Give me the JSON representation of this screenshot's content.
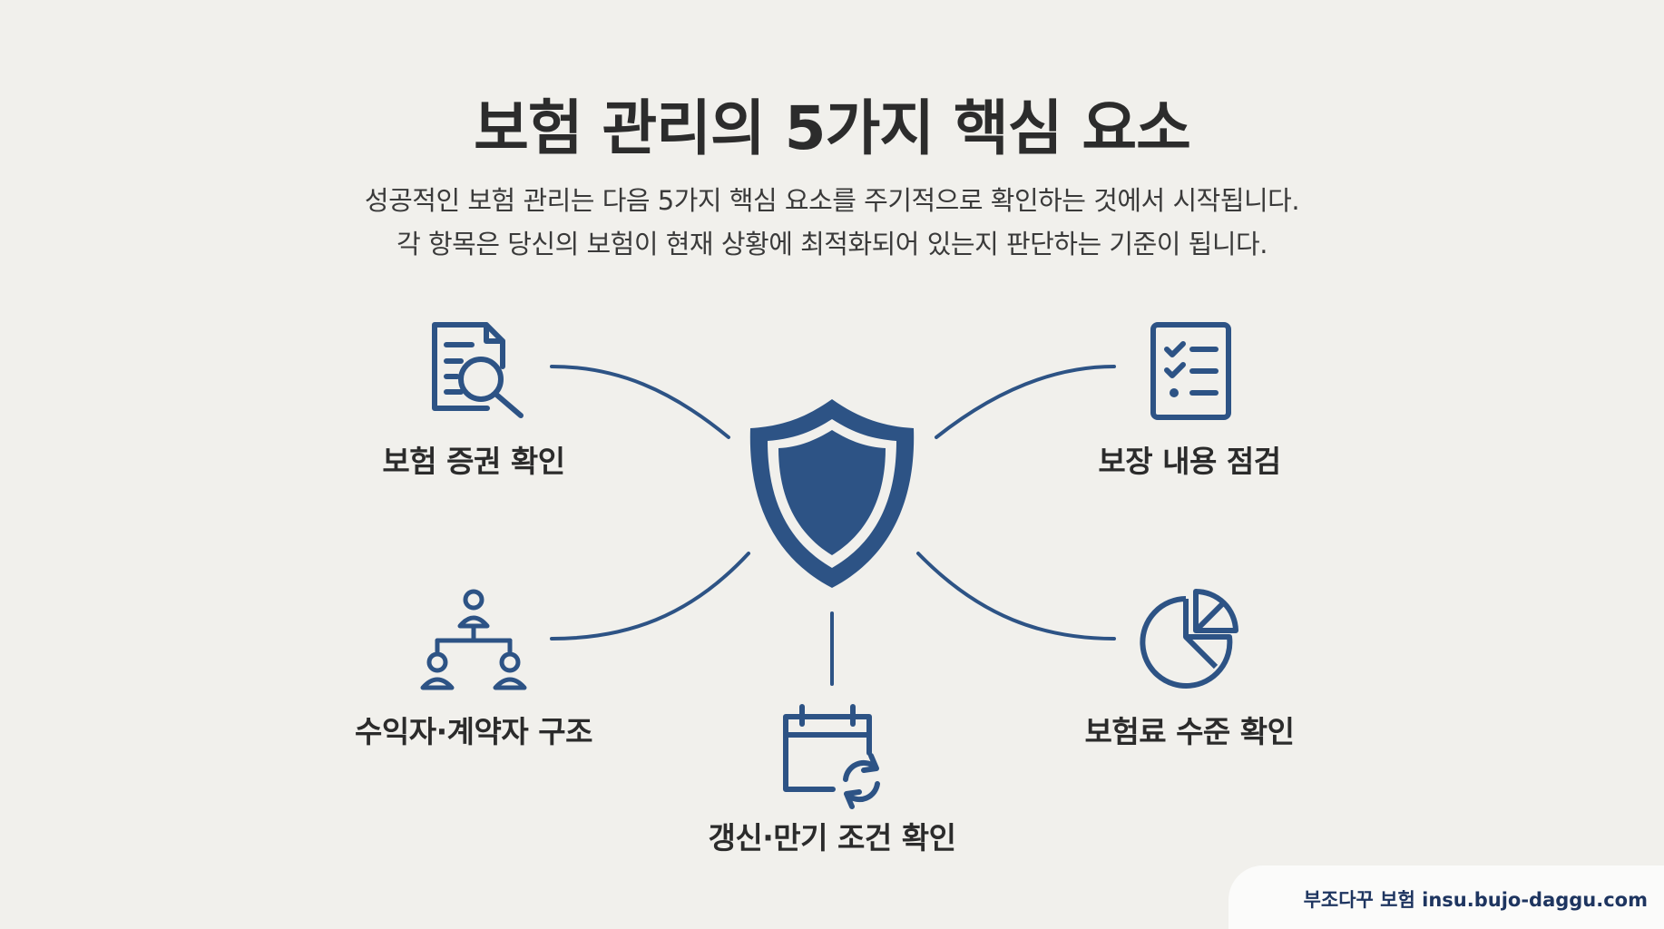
{
  "title": "보험 관리의 5가지 핵심 요소",
  "subtitle_line1": "성공적인 보험 관리는 다음 5가지 핵심 요소를 주기적으로 확인하는 것에서 시작됩니다.",
  "subtitle_line2": "각 항목은 당신의 보험이 현재 상황에 최적화되어 있는지 판단하는 기준이 됩니다.",
  "center": {
    "icon": "shield-icon"
  },
  "nodes": [
    {
      "id": "policy",
      "label": "보험 증권 확인",
      "icon": "document-search-icon"
    },
    {
      "id": "coverage",
      "label": "보장 내용 점검",
      "icon": "checklist-icon"
    },
    {
      "id": "beneficiary",
      "label": "수익자·계약자 구조",
      "icon": "org-chart-icon"
    },
    {
      "id": "premium",
      "label": "보험료 수준 확인",
      "icon": "pie-chart-icon"
    },
    {
      "id": "renewal",
      "label": "갱신·만기 조건 확인",
      "icon": "calendar-refresh-icon"
    }
  ],
  "watermark": "부조다꾸 보험 insu.bujo-daggu.com",
  "colors": {
    "accent": "#2d5385",
    "background": "#f1f0ec",
    "text": "#2c2c2c"
  }
}
